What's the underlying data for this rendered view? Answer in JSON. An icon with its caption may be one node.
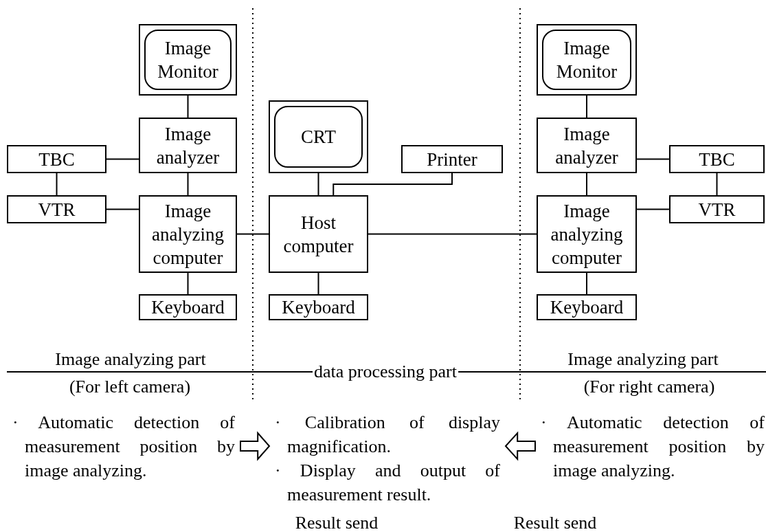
{
  "diagram": {
    "nodes": [
      {
        "text": [
          "Image Monitor"
        ]
      },
      {
        "text": [
          "Image analyzer"
        ]
      },
      {
        "text": [
          "TBC"
        ]
      },
      {
        "text": [
          "VTR"
        ]
      },
      {
        "text": [
          "Image analyzing computer"
        ]
      },
      {
        "text": [
          "Keyboard"
        ]
      },
      {
        "text": [
          "CRT"
        ]
      },
      {
        "text": [
          "Printer"
        ]
      },
      {
        "text": [
          "Host computer"
        ]
      },
      {
        "text": [
          "Keyboard"
        ]
      },
      {
        "text": [
          "Image Monitor"
        ]
      },
      {
        "text": [
          "Image analyzer"
        ]
      },
      {
        "text": [
          "TBC"
        ]
      },
      {
        "text": [
          "VTR"
        ]
      },
      {
        "text": [
          "Image analyzing computer"
        ]
      },
      {
        "text": [
          "Keyboard"
        ]
      },
      {
        "text": [
          "· Automatic detection of measurement position by image analyzing."
        ]
      },
      {
        "text": [
          "· Calibration of display magnification.",
          "· Display and output of measurement result."
        ]
      },
      {
        "text": [
          "· Automatic detection of measurement position by image analyzing."
        ]
      }
    ],
    "edges": [
      {
        "from": 0,
        "to": 1,
        "arrow": "none"
      },
      {
        "from": 2,
        "to": 1,
        "arrow": "none"
      },
      {
        "from": 2,
        "to": 3,
        "arrow": "none"
      },
      {
        "from": 3,
        "to": 4,
        "arrow": "none"
      },
      {
        "from": 1,
        "to": 4,
        "arrow": "none"
      },
      {
        "from": 4,
        "to": 5,
        "arrow": "none"
      },
      {
        "from": 4,
        "to": 8,
        "arrow": "none"
      },
      {
        "from": 6,
        "to": 8,
        "arrow": "none"
      },
      {
        "from": 8,
        "to": 7,
        "arrow": "none"
      },
      {
        "from": 8,
        "to": 9,
        "arrow": "none"
      },
      {
        "from": 8,
        "to": 14,
        "arrow": "none"
      },
      {
        "from": 10,
        "to": 11,
        "arrow": "none"
      },
      {
        "from": 11,
        "to": 12,
        "arrow": "none"
      },
      {
        "from": 12,
        "to": 13,
        "arrow": "none"
      },
      {
        "from": 13,
        "to": 14,
        "arrow": "none"
      },
      {
        "from": 11,
        "to": 14,
        "arrow": "none"
      },
      {
        "from": 14,
        "to": 15,
        "arrow": "none"
      },
      {
        "from": 16,
        "to": 17,
        "arrow": "to",
        "label": "Result send"
      },
      {
        "from": 18,
        "to": 17,
        "arrow": "to",
        "label": "Result send"
      }
    ],
    "labels": [
      "Image analyzing part",
      "data processing part",
      "Image analyzing part",
      "(For left camera)",
      "(For right camera)"
    ]
  }
}
